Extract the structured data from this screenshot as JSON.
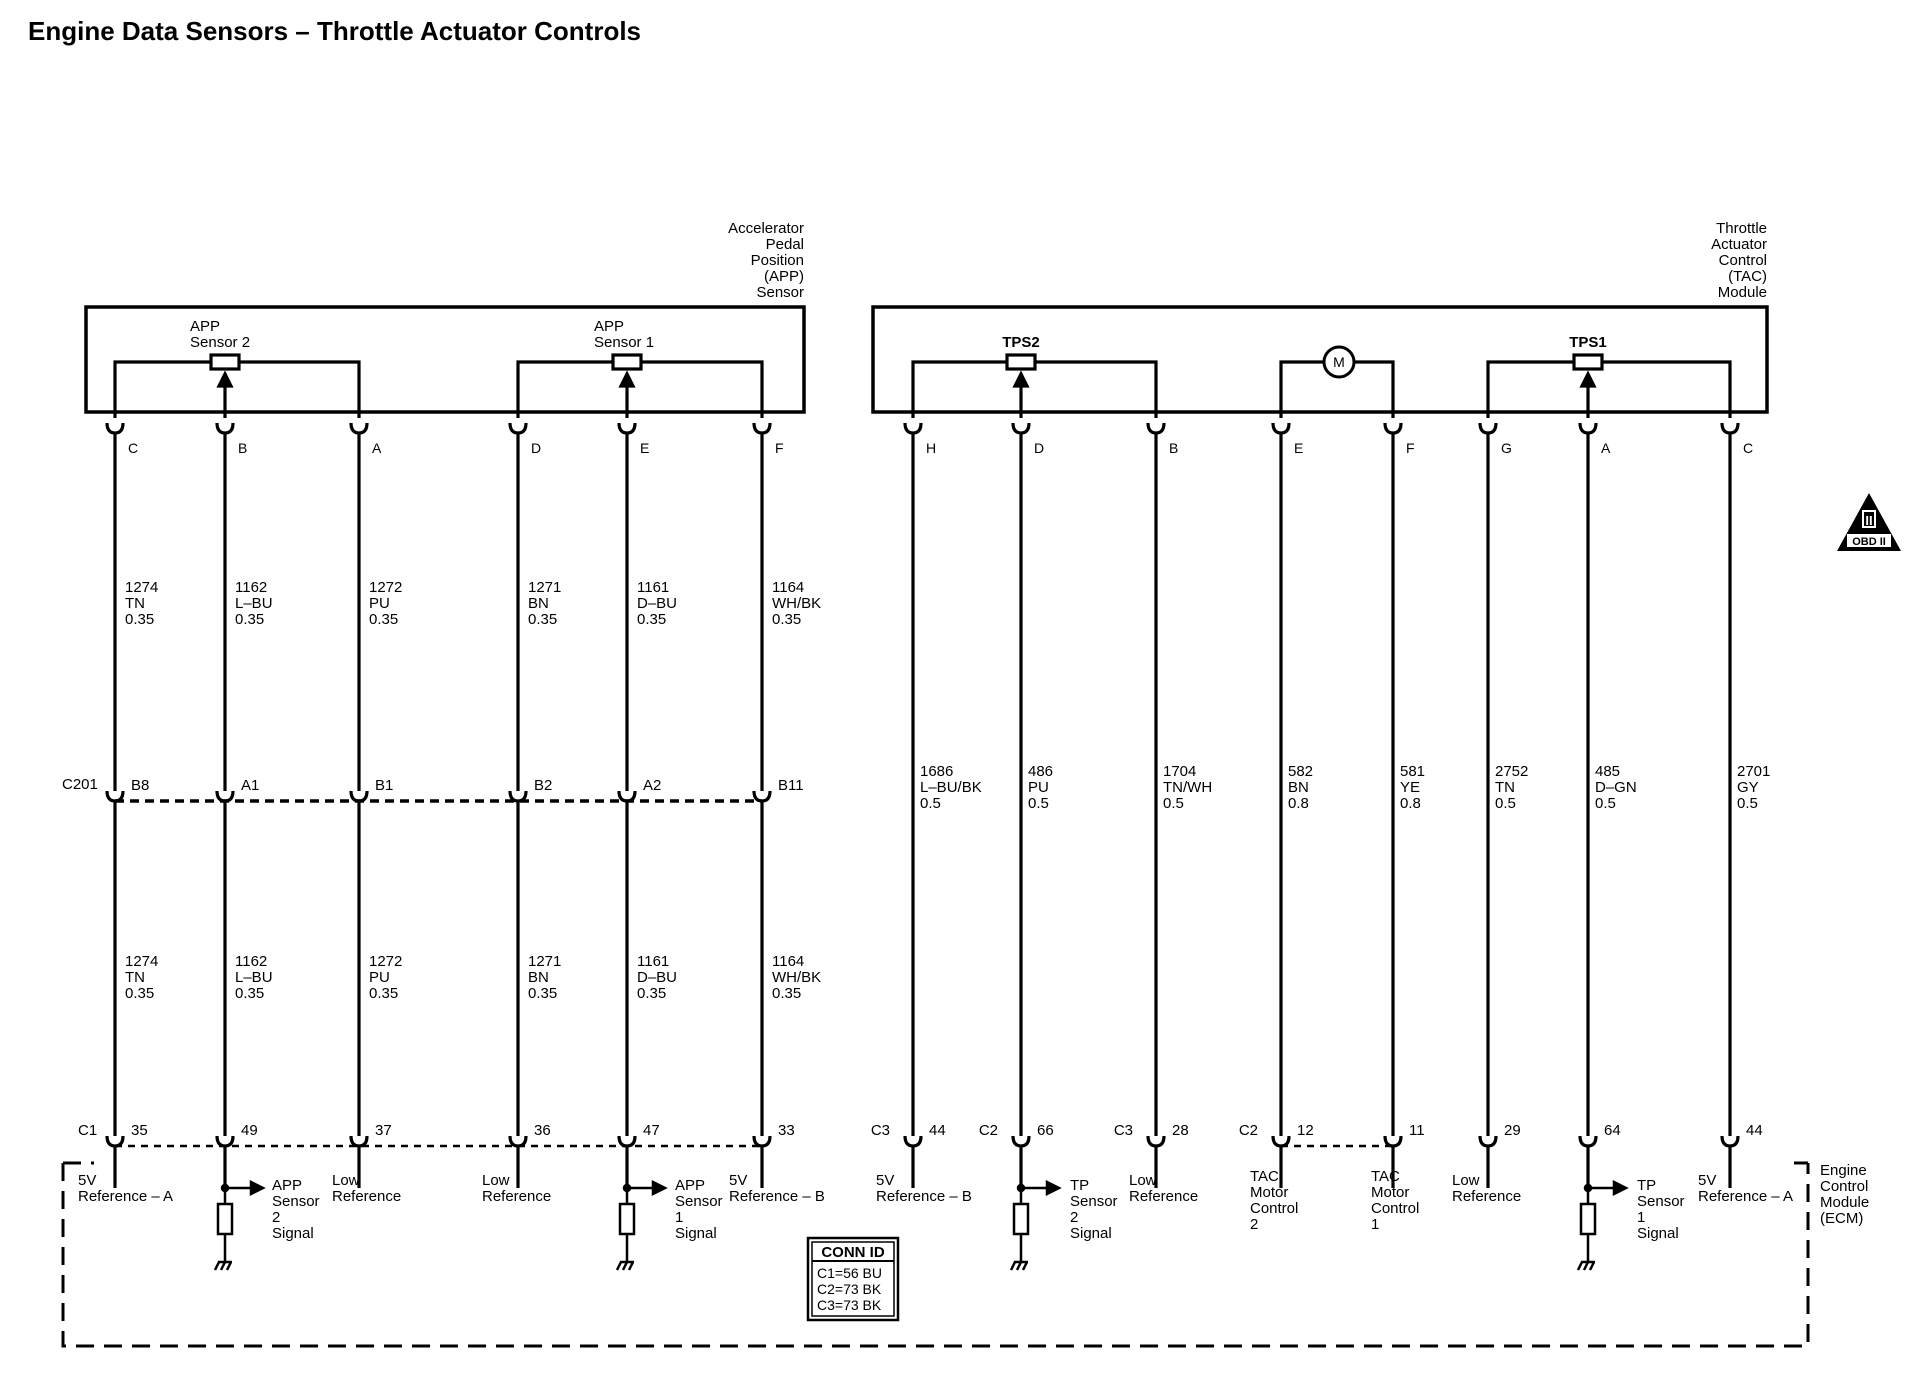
{
  "title": "Engine Data Sensors – Throttle Actuator Controls",
  "app_module": {
    "name_lines": [
      "Accelerator",
      "Pedal",
      "Position",
      "(APP)",
      "Sensor"
    ]
  },
  "tac_module": {
    "name_lines": [
      "Throttle",
      "Actuator",
      "Control",
      "(TAC)",
      "Module"
    ]
  },
  "ecm_module": {
    "name_lines": [
      "Engine",
      "Control",
      "Module",
      "(ECM)"
    ]
  },
  "components": {
    "app_sensor_2": [
      "APP",
      "Sensor 2"
    ],
    "app_sensor_1": [
      "APP",
      "Sensor 1"
    ],
    "tps2": "TPS2",
    "tps1": "TPS1",
    "motor": "M"
  },
  "connectors": {
    "c201": "C201",
    "c1": "C1",
    "c2": "C2",
    "c3": "C3"
  },
  "app_circuits": [
    {
      "top_pin": "C",
      "inline_pin": "B8",
      "upper": [
        "1274",
        "TN",
        "0.35"
      ],
      "lower": [
        "1274",
        "TN",
        "0.35"
      ],
      "ecm_pin": "35",
      "ecm_label": [
        "5V",
        "Reference – A"
      ]
    },
    {
      "top_pin": "B",
      "inline_pin": "A1",
      "upper": [
        "1162",
        "L–BU",
        "0.35"
      ],
      "lower": [
        "1162",
        "L–BU",
        "0.35"
      ],
      "ecm_pin": "49",
      "ecm_label": [
        "APP",
        "Sensor",
        "2",
        "Signal"
      ]
    },
    {
      "top_pin": "A",
      "inline_pin": "B1",
      "upper": [
        "1272",
        "PU",
        "0.35"
      ],
      "lower": [
        "1272",
        "PU",
        "0.35"
      ],
      "ecm_pin": "37",
      "ecm_label": [
        "Low",
        "Reference"
      ]
    },
    {
      "top_pin": "D",
      "inline_pin": "B2",
      "upper": [
        "1271",
        "BN",
        "0.35"
      ],
      "lower": [
        "1271",
        "BN",
        "0.35"
      ],
      "ecm_pin": "36",
      "ecm_label": [
        "Low",
        "Reference"
      ]
    },
    {
      "top_pin": "E",
      "inline_pin": "A2",
      "upper": [
        "1161",
        "D–BU",
        "0.35"
      ],
      "lower": [
        "1161",
        "D–BU",
        "0.35"
      ],
      "ecm_pin": "47",
      "ecm_label": [
        "APP",
        "Sensor",
        "1",
        "Signal"
      ]
    },
    {
      "top_pin": "F",
      "inline_pin": "B11",
      "upper": [
        "1164",
        "WH/BK",
        "0.35"
      ],
      "lower": [
        "1164",
        "WH/BK",
        "0.35"
      ],
      "ecm_pin": "33",
      "ecm_label": [
        "5V",
        "Reference – B"
      ]
    }
  ],
  "tac_circuits": [
    {
      "top_pin": "H",
      "wire": [
        "1686",
        "L–BU/BK",
        "0.5"
      ],
      "ecm_conn": "C3",
      "ecm_pin": "44",
      "ecm_label": [
        "5V",
        "Reference – B"
      ]
    },
    {
      "top_pin": "D",
      "wire": [
        "486",
        "PU",
        "0.5"
      ],
      "ecm_conn": "C2",
      "ecm_pin": "66",
      "ecm_label": [
        "TP",
        "Sensor",
        "2",
        "Signal"
      ]
    },
    {
      "top_pin": "B",
      "wire": [
        "1704",
        "TN/WH",
        "0.5"
      ],
      "ecm_conn": "C3",
      "ecm_pin": "28",
      "ecm_label": [
        "Low",
        "Reference"
      ]
    },
    {
      "top_pin": "E",
      "wire": [
        "582",
        "BN",
        "0.8"
      ],
      "ecm_conn": "C2",
      "ecm_pin": "12",
      "ecm_label": [
        "TAC",
        "Motor",
        "Control",
        "2"
      ]
    },
    {
      "top_pin": "F",
      "wire": [
        "581",
        "YE",
        "0.8"
      ],
      "ecm_conn": "",
      "ecm_pin": "11",
      "ecm_label": [
        "TAC",
        "Motor",
        "Control",
        "1"
      ]
    },
    {
      "top_pin": "G",
      "wire": [
        "2752",
        "TN",
        "0.5"
      ],
      "ecm_conn": "",
      "ecm_pin": "29",
      "ecm_label": [
        "Low",
        "Reference"
      ]
    },
    {
      "top_pin": "A",
      "wire": [
        "485",
        "D–GN",
        "0.5"
      ],
      "ecm_conn": "",
      "ecm_pin": "64",
      "ecm_label": [
        "TP",
        "Sensor",
        "1",
        "Signal"
      ]
    },
    {
      "top_pin": "C",
      "wire": [
        "2701",
        "GY",
        "0.5"
      ],
      "ecm_conn": "",
      "ecm_pin": "44",
      "ecm_label": [
        "5V",
        "Reference – A"
      ]
    }
  ],
  "conn_id": {
    "header": "CONN ID",
    "rows": [
      "C1=56 BU",
      "C2=73 BK",
      "C3=73 BK"
    ]
  },
  "obd_badge": {
    "top": "II",
    "bottom": "OBD II"
  }
}
